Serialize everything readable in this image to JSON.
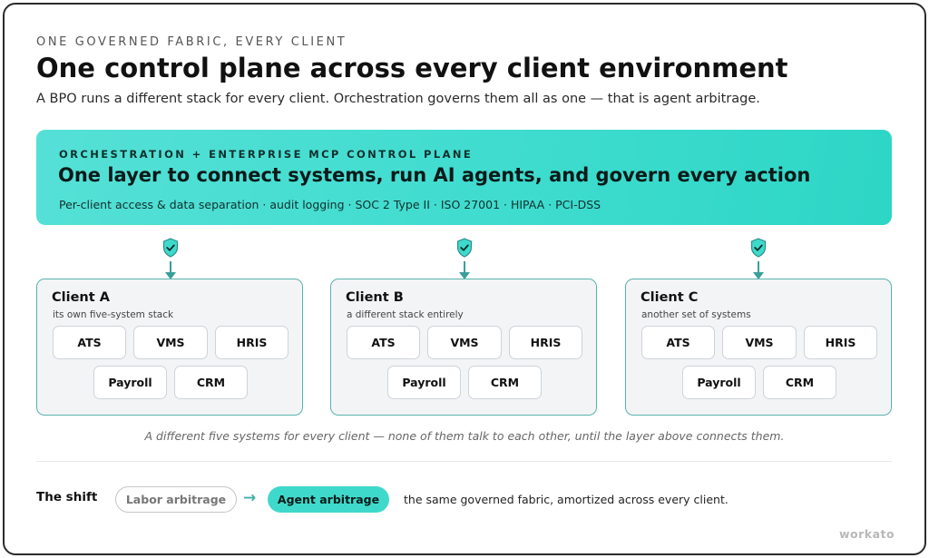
{
  "header": {
    "eyebrow": "ONE GOVERNED FABRIC, EVERY CLIENT",
    "title": "One control plane across every client environment",
    "subtitle": "A BPO runs a different stack for every client. Orchestration governs them all as one — that is agent arbitrage."
  },
  "control_plane": {
    "eyebrow": "ORCHESTRATION + ENTERPRISE MCP CONTROL PLANE",
    "title": "One layer to connect systems, run AI agents, and govern every action",
    "details": "Per-client access & data separation · audit logging · SOC 2 Type II · ISO 27001 · HIPAA · PCI-DSS"
  },
  "connector_icon": "shield-check-icon",
  "clients": [
    {
      "name": "Client A",
      "description": "its own five-system stack",
      "systems": [
        "ATS",
        "VMS",
        "HRIS",
        "Payroll",
        "CRM"
      ]
    },
    {
      "name": "Client B",
      "description": "a different stack entirely",
      "systems": [
        "ATS",
        "VMS",
        "HRIS",
        "Payroll",
        "CRM"
      ]
    },
    {
      "name": "Client C",
      "description": "another set of systems",
      "systems": [
        "ATS",
        "VMS",
        "HRIS",
        "Payroll",
        "CRM"
      ]
    }
  ],
  "caption": "A different five systems for every client — none of them talk to each other, until the layer above connects them.",
  "shift": {
    "label": "The shift",
    "from": "Labor arbitrage",
    "arrow": "→",
    "to": "Agent arbitrage",
    "description": "the same governed fabric, amortized across every client."
  },
  "brand": "workato",
  "colors": {
    "accent": "#3fdccf",
    "accent_dark": "#3a9e99",
    "client_border": "#58b3ae",
    "client_bg": "#f3f4f6"
  }
}
